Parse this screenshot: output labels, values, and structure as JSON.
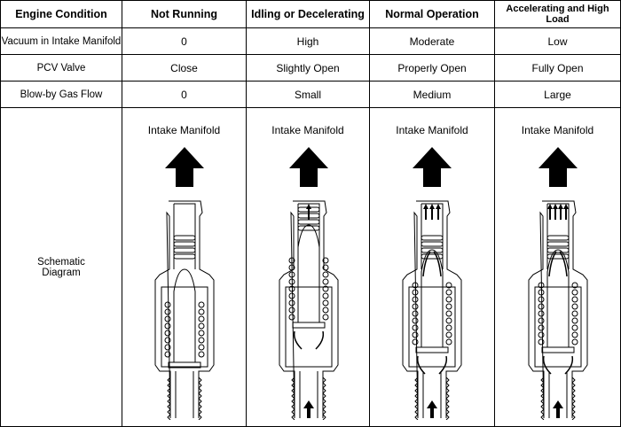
{
  "headers": [
    "Engine Condition",
    "Not Running",
    "Idling or Decelerating",
    "Normal Operation",
    "Accelerating and High Load"
  ],
  "rows": [
    {
      "label": "Vacuum in Intake Manifold",
      "values": [
        "0",
        "High",
        "Moderate",
        "Low"
      ]
    },
    {
      "label": "PCV Valve",
      "values": [
        "Close",
        "Slightly Open",
        "Properly Open",
        "Fully Open"
      ]
    },
    {
      "label": "Blow-by Gas Flow",
      "values": [
        "0",
        "Small",
        "Medium",
        "Large"
      ]
    }
  ],
  "schematic": {
    "label_line1": "Schematic",
    "label_line2": "Diagram",
    "columns": [
      {
        "caption": "Intake Manifold",
        "plunger": "seated",
        "outlet_arrows": 0
      },
      {
        "caption": "Intake Manifold",
        "plunger": "raised",
        "outlet_arrows": 1
      },
      {
        "caption": "Intake Manifold",
        "plunger": "middle",
        "outlet_arrows": 3
      },
      {
        "caption": "Intake Manifold",
        "plunger": "middle",
        "outlet_arrows": 4
      }
    ]
  }
}
